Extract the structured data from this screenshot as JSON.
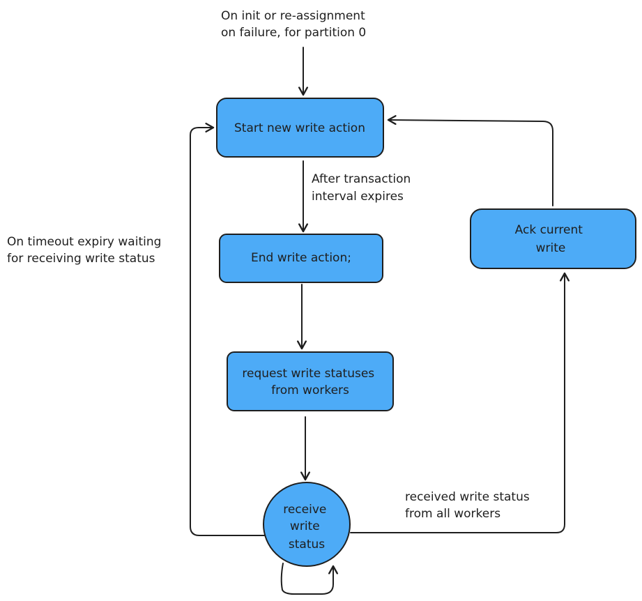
{
  "nodes": {
    "start": [
      "Start new write action"
    ],
    "end": [
      "End write action;"
    ],
    "request": [
      "request write statuses",
      "from workers"
    ],
    "receive": [
      "receive",
      "write",
      "status"
    ],
    "ack": [
      "Ack current",
      "write"
    ]
  },
  "labels": {
    "init": [
      "On init or re-assignment",
      "on failure, for partition 0"
    ],
    "interval": [
      "After transaction",
      "interval expires"
    ],
    "timeout": [
      "On timeout expiry waiting",
      "for receiving write status"
    ],
    "all_workers": [
      "received write status",
      "from all workers"
    ]
  },
  "colors": {
    "node_fill": "#4dabf7",
    "stroke": "#1e1e1e"
  }
}
